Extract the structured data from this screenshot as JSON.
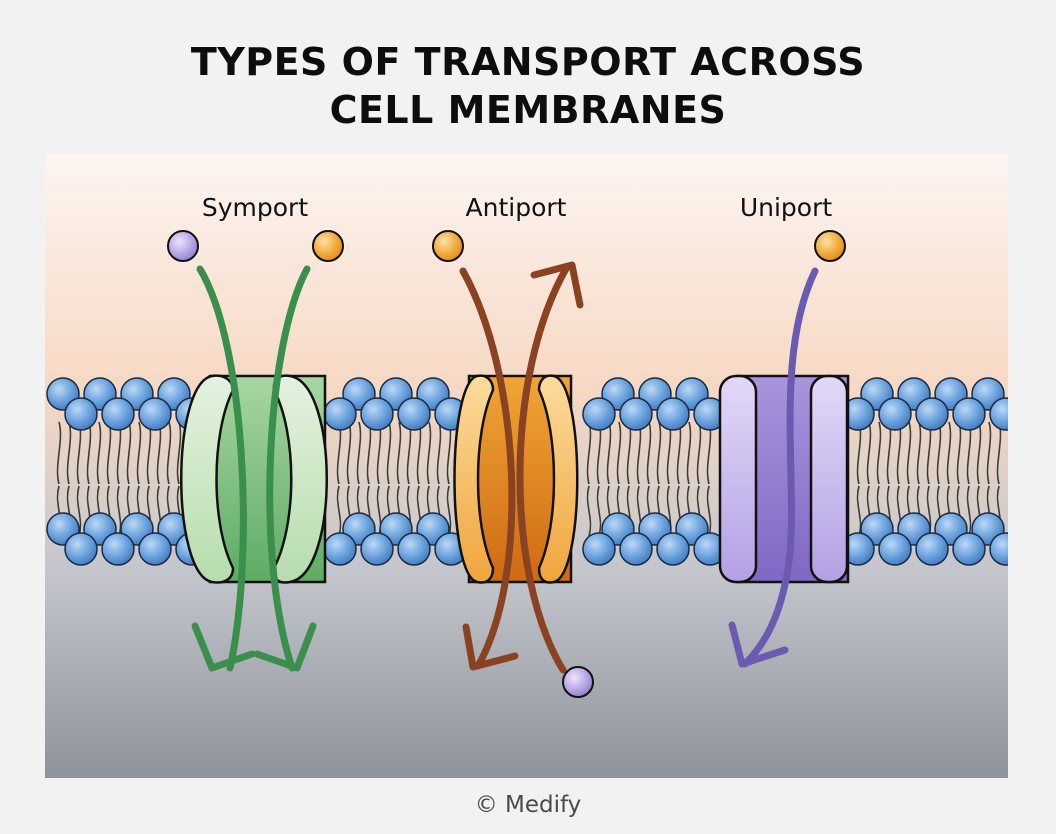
{
  "title": {
    "line1": "TYPES OF TRANSPORT ACROSS",
    "line2": "CELL MEMBRANES"
  },
  "labels": {
    "symport": "Symport",
    "antiport": "Antiport",
    "uniport": "Uniport"
  },
  "credit": "© Medify",
  "colors": {
    "symport_arrow": "#3a8f4d",
    "antiport_arrow": "#8a4322",
    "uniport_arrow": "#6a5bb0",
    "orange_molecule": "#f2a93b",
    "purple_molecule": "#b7a6e6",
    "lipid_head": "#6aa0dc",
    "symport_protein": "#7cc07f",
    "antiport_protein": "#f0a536",
    "uniport_protein": "#9b84d6"
  }
}
